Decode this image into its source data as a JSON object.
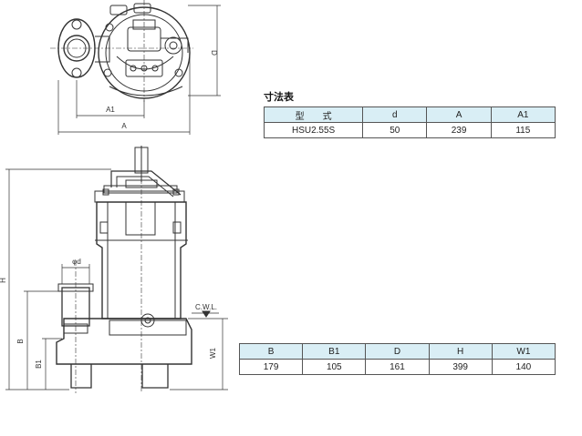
{
  "top_view": {
    "dim_d": "D",
    "dim_a1": "A1",
    "dim_a": "A"
  },
  "side_view": {
    "dim_h": "H",
    "dim_b": "B",
    "dim_b1": "B1",
    "dim_w1": "W1",
    "dim_phi_d": "φd",
    "cwl": "C.W.L."
  },
  "table1": {
    "title": "寸法表",
    "headers": [
      "型　　式",
      "d",
      "A",
      "A1"
    ],
    "row": [
      "HSU2.55S",
      "50",
      "239",
      "115"
    ]
  },
  "table2": {
    "headers": [
      "B",
      "B1",
      "D",
      "H",
      "W1"
    ],
    "row": [
      "179",
      "105",
      "161",
      "399",
      "140"
    ]
  },
  "colors": {
    "table_header_bg": "#d9eef5",
    "line": "#333333"
  }
}
